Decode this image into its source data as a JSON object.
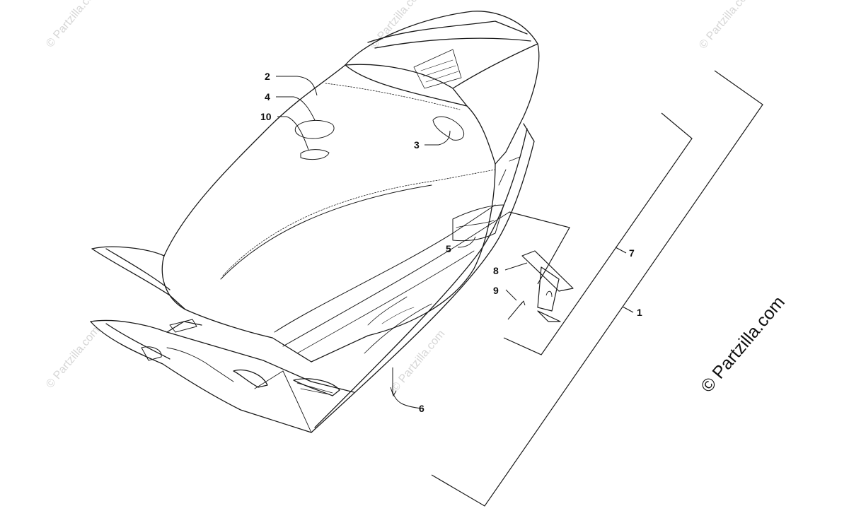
{
  "diagram": {
    "callouts": [
      {
        "id": "c2",
        "label": "2"
      },
      {
        "id": "c4",
        "label": "4"
      },
      {
        "id": "c10",
        "label": "10"
      },
      {
        "id": "c3",
        "label": "3"
      },
      {
        "id": "c5",
        "label": "5"
      },
      {
        "id": "c8",
        "label": "8"
      },
      {
        "id": "c9",
        "label": "9"
      },
      {
        "id": "c7",
        "label": "7"
      },
      {
        "id": "c1",
        "label": "1"
      },
      {
        "id": "c6",
        "label": "6"
      }
    ],
    "watermark": {
      "main": "© Partzilla.com",
      "faint": "© Partzilla.com"
    },
    "colors": {
      "line": "#1a1a1a",
      "watermark_faint": "#d6d6d6",
      "background": "#ffffff"
    }
  }
}
